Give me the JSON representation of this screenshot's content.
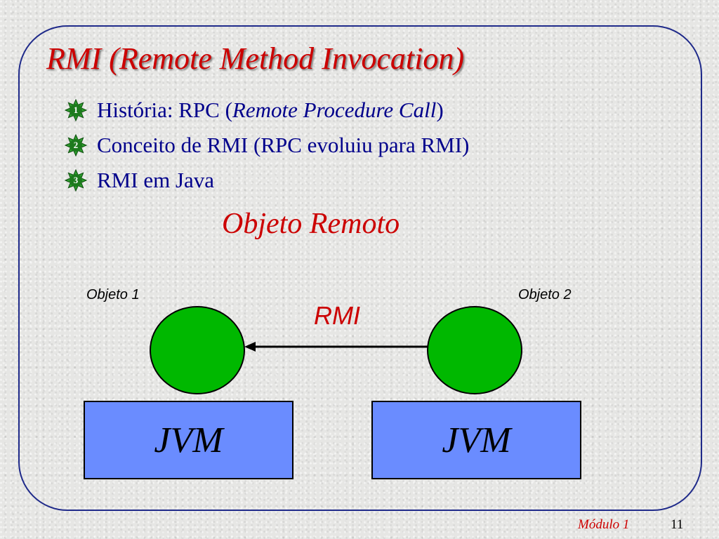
{
  "slide": {
    "title": "RMI (Remote Method Invocation)",
    "bullets": [
      {
        "number": "1",
        "prefix": "História: RPC (",
        "emphasis": "Remote Procedure Call",
        "suffix": ")"
      },
      {
        "number": "2",
        "text": "Conceito de RMI (RPC evoluiu para RMI)"
      },
      {
        "number": "3",
        "text": "RMI em Java"
      }
    ],
    "subtitle": "Objeto Remoto"
  },
  "diagram": {
    "object1_label": "Objeto 1",
    "object2_label": "Objeto 2",
    "link_label": "RMI",
    "jvm1_label": "JVM",
    "jvm2_label": "JVM"
  },
  "footer": {
    "module": "Módulo 1",
    "page": "11"
  },
  "colors": {
    "title": "#cc0000",
    "bullet_text": "#00008b",
    "badge": "#2e9e2e",
    "object_fill": "#00b800",
    "jvm_fill": "#6a8cff",
    "frame_border": "#1f2a8a"
  }
}
